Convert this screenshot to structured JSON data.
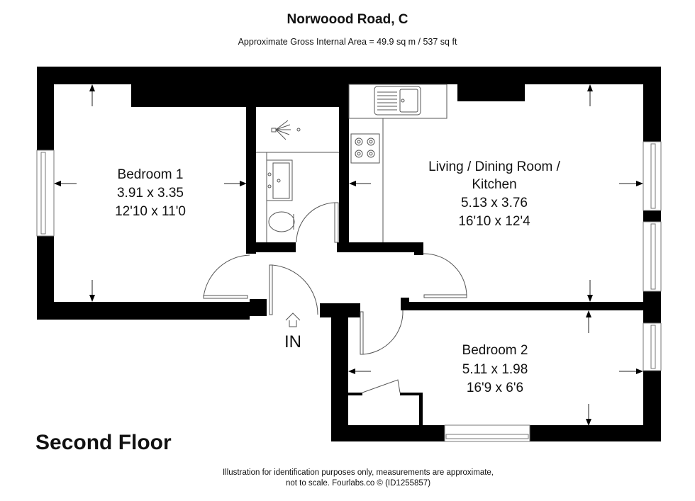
{
  "header": {
    "title": "Norwoood Road, C",
    "subtitle": "Approximate Gross Internal Area = 49.9 sq m / 537 sq ft"
  },
  "floor_label": "Second Floor",
  "entrance_label": "IN",
  "rooms": [
    {
      "name": "Bedroom 1",
      "metric": "3.91 x 3.35",
      "imperial": "12'10 x 11'0"
    },
    {
      "name_line1": "Living / Dining Room /",
      "name_line2": "Kitchen",
      "metric": "5.13 x 3.76",
      "imperial": "16'10 x 12'4"
    },
    {
      "name": "Bedroom 2",
      "metric": "5.11 x 1.98",
      "imperial": "16'9 x 6'6"
    }
  ],
  "fixtures": [
    "shower-icon",
    "basin-icon",
    "toilet-icon",
    "sink-drainer-icon",
    "hob-icon",
    "cupboard"
  ],
  "footer": {
    "line1": "Illustration for identification purposes only, measurements are approximate,",
    "line2": "not to scale. Fourlabs.co © (ID1255857)"
  },
  "colors": {
    "wall": "#000000",
    "background": "#ffffff",
    "line": "#666666"
  }
}
